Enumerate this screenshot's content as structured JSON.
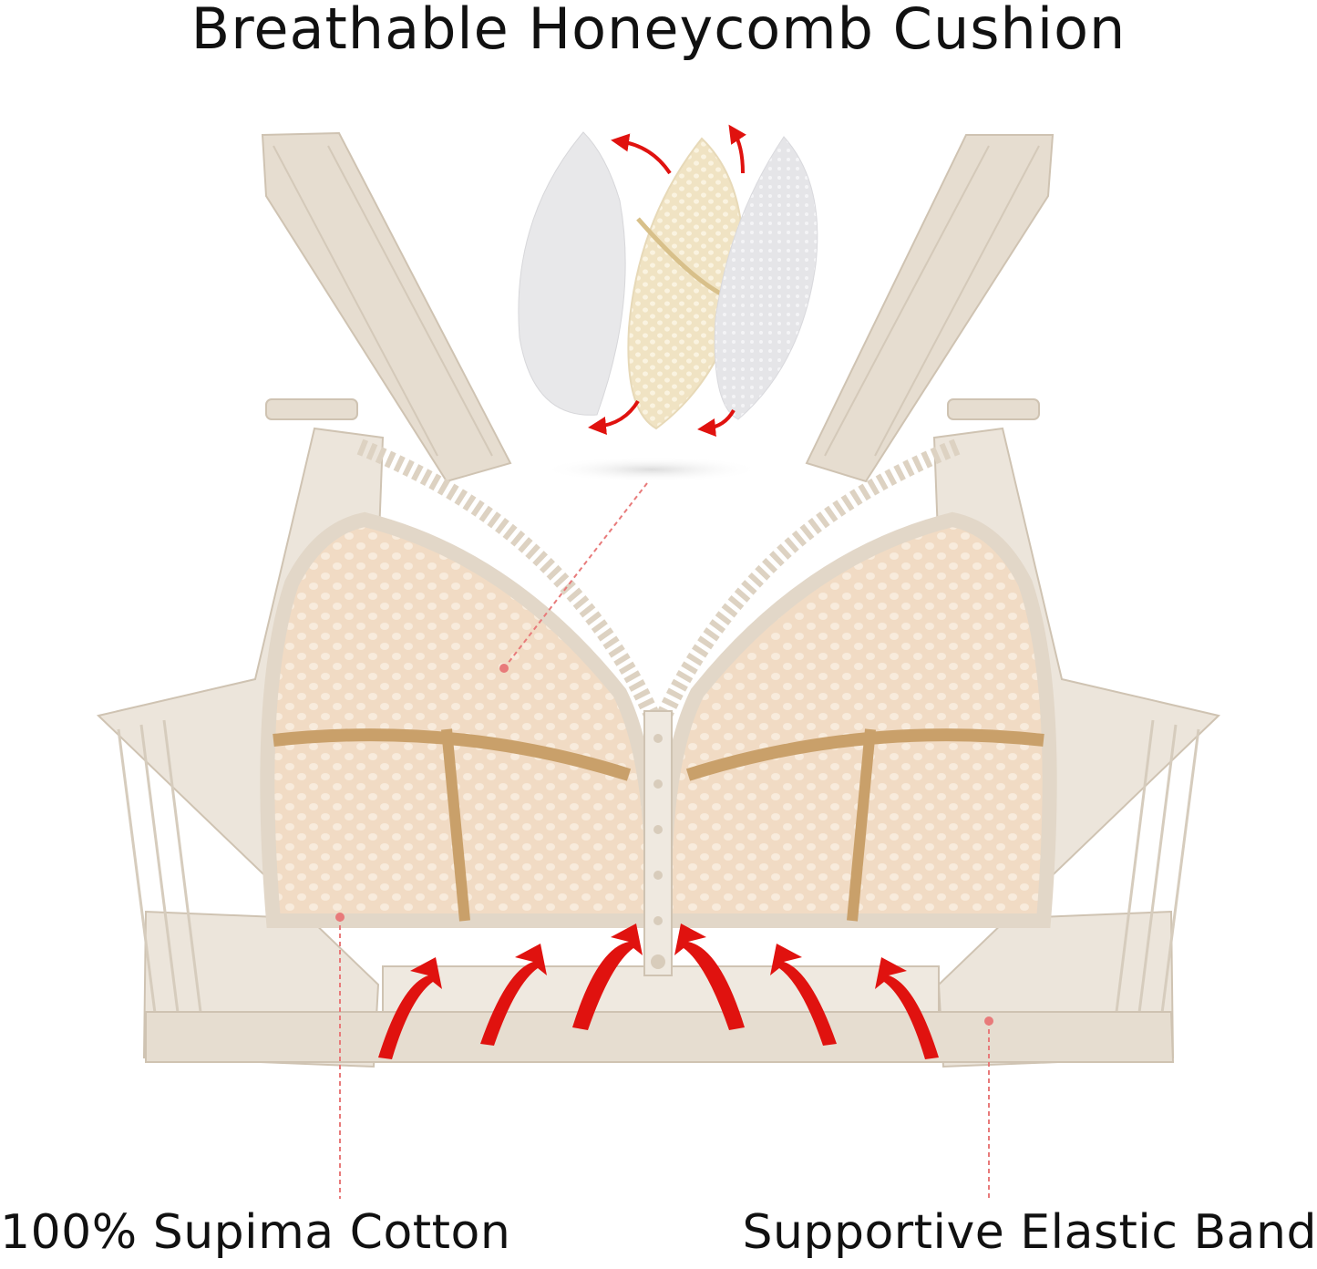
{
  "title": "Breathable Honeycomb Cushion",
  "labels": {
    "left": "100% Supima Cotton",
    "right": "Supportive Elastic Band"
  },
  "colors": {
    "fabric": "#e6ddd0",
    "fabric_dark": "#cfc3b2",
    "cup": "#efd6bd",
    "seam": "#c9a06a",
    "arrow": "#e0120f",
    "leader": "#e87a7a"
  },
  "icons": {
    "arrows": "red-curved-arrow",
    "foam_layers": "cushion-layer-icons"
  }
}
